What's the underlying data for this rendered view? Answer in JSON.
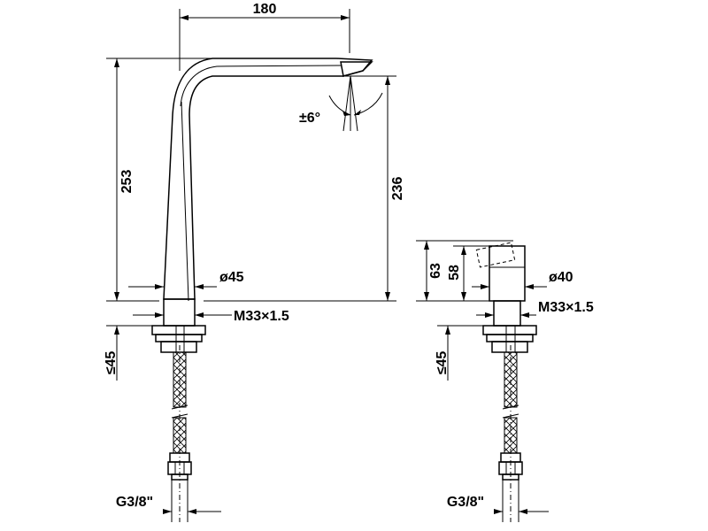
{
  "dimensions": {
    "spout_reach": "180",
    "spout_height": "253",
    "outlet_height": "236",
    "spout_angle": "±6°",
    "spout_diameter": "ø45",
    "spout_thread": "M33×1.5",
    "spout_mount_depth": "≤45",
    "spout_connection": "G3/8\"",
    "handle_height": "63",
    "handle_lever_height": "58",
    "handle_diameter": "ø40",
    "handle_thread": "M33×1.5",
    "handle_mount_depth": "≤45",
    "handle_connection": "G3/8\""
  }
}
